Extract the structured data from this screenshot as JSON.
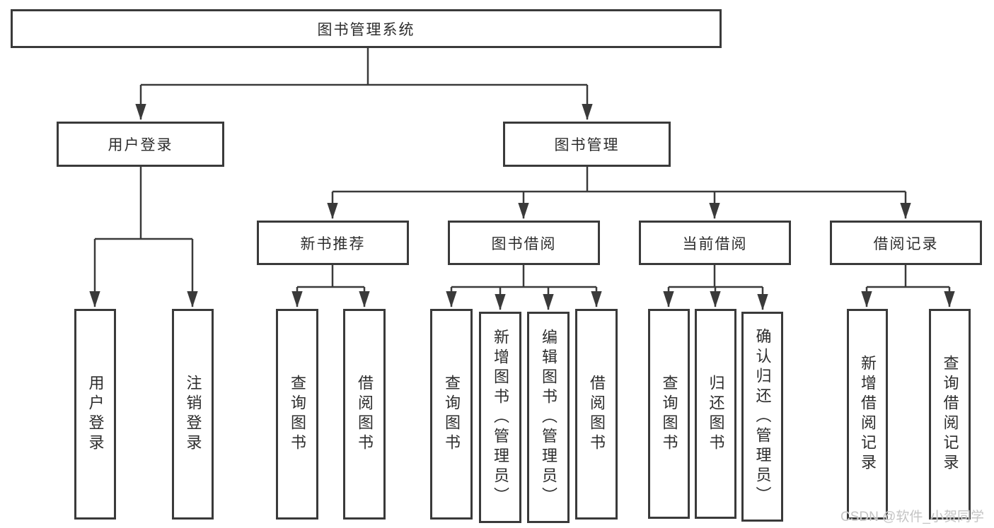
{
  "colors": {
    "line": "#3a3a3a",
    "text": "#2d2d2d",
    "box_background": "#ffffff",
    "page_background": "#ffffff",
    "watermark": "#c4c4c4"
  },
  "nodes": {
    "root": {
      "label": "图书管理系统"
    },
    "user_login": {
      "label": "用户登录"
    },
    "book_mgmt": {
      "label": "图书管理"
    },
    "new_book_rec": {
      "label": "新书推荐"
    },
    "book_borrow": {
      "label": "图书借阅"
    },
    "current_borrow": {
      "label": "当前借阅"
    },
    "borrow_record": {
      "label": "借阅记录"
    },
    "leaf_user_login": {
      "label": "用户登录"
    },
    "leaf_logout_login": {
      "label": "注销登录"
    },
    "leaf_rec_query_book": {
      "label": "查询图书"
    },
    "leaf_rec_borrow_book": {
      "label": "借阅图书"
    },
    "leaf_bb_query_book": {
      "label": "查询图书"
    },
    "leaf_bb_add_book": {
      "label": "新增图书（管理员）"
    },
    "leaf_bb_edit_book": {
      "label": "编辑图书（管理员）"
    },
    "leaf_bb_borrow_book": {
      "label": "借阅图书"
    },
    "leaf_cb_query_book": {
      "label": "查询图书"
    },
    "leaf_cb_return_book": {
      "label": "归还图书"
    },
    "leaf_cb_confirm_return": {
      "label": "确认归还（管理员）"
    },
    "leaf_br_add_record": {
      "label": "新增借阅记录"
    },
    "leaf_br_query_record": {
      "label": "查询借阅记录"
    }
  },
  "watermark": {
    "text": "CSDN @软件_小贺同学"
  }
}
